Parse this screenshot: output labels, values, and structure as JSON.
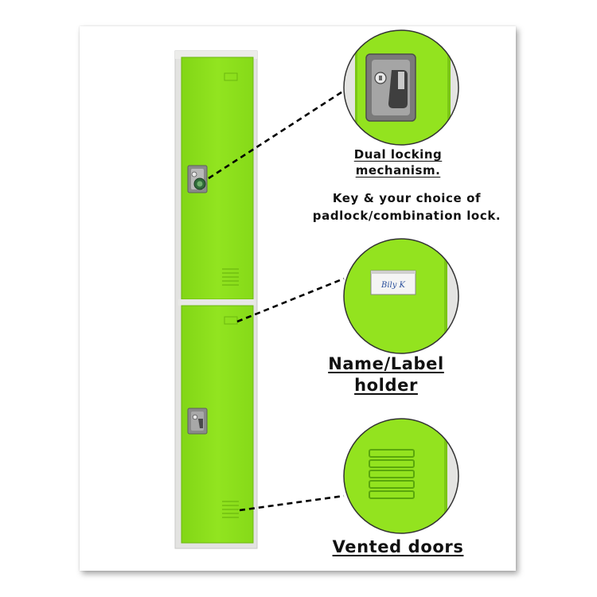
{
  "features": {
    "dual_locking": {
      "title_line1": "Dual locking",
      "title_line2": "mechanism.",
      "desc_line1": "Key & your choice of",
      "desc_line2": "padlock/combination lock."
    },
    "name_label": {
      "title_line1": "Name/Label",
      "title_line2": "holder"
    },
    "vented": {
      "title": "Vented doors"
    }
  },
  "label_card": {
    "signature": "Bily K"
  },
  "colors": {
    "locker_green": "#8fe21d",
    "locker_green_dark": "#6cb80f",
    "frame_gray": "#e3e3e1",
    "lock_gray": "#7d7d7d",
    "leader_line": "#000000"
  },
  "icons": {
    "lock_top": "dual-lock-icon",
    "lock_bottom": "key-lock-icon",
    "vents": "vent-slots-icon",
    "label_holder": "label-holder-icon"
  }
}
